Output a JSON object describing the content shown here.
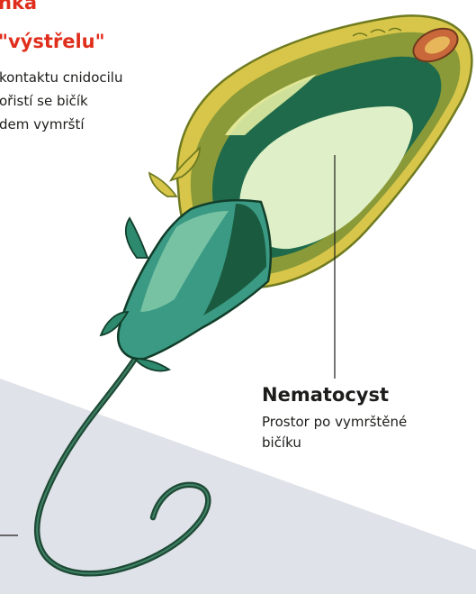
{
  "section_title": {
    "line_1": "nka",
    "line_2": "\"výstřelu\""
  },
  "description": {
    "lines": [
      "kontaktu cnidocilu",
      "ořistí se bičík",
      "dem vymrští"
    ]
  },
  "nematocyst_callout": {
    "heading": "Nematocyst",
    "lines": [
      "Prostor po vymrštěné",
      "bičíku"
    ]
  },
  "colors": {
    "title_red": "#e02e1c",
    "text_dark": "#1d1d1b",
    "background_wedge": "#dfe2e8",
    "capsule_yellow": "#d8c64a",
    "capsule_olive": "#8a9a38",
    "capsule_light": "#dff0c8",
    "sheath_teal": "#3a9a84",
    "sheath_dark_green": "#1a5a3e",
    "filament_dark": "#1e4a36"
  }
}
